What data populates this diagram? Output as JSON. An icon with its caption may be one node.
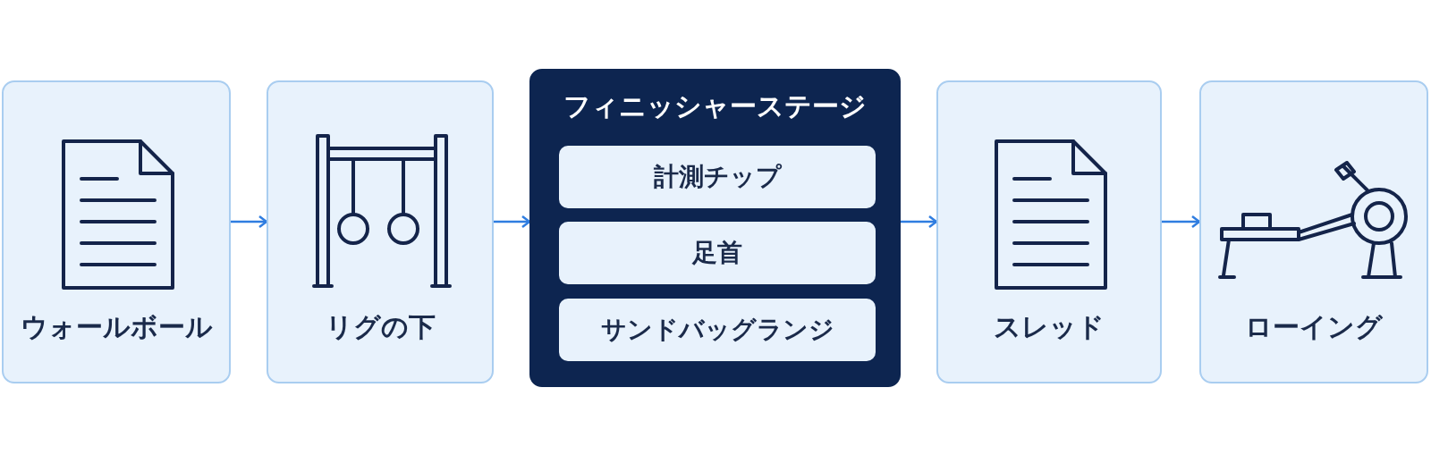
{
  "diagram": {
    "nodes": [
      {
        "text": [
          "ウォールボール"
        ]
      },
      {
        "text": [
          "リグの下"
        ]
      },
      {
        "text": [
          "フィニッシャーステージ"
        ]
      },
      {
        "text": [
          "計測チップ"
        ],
        "in": 2
      },
      {
        "text": [
          "足首"
        ],
        "in": 2
      },
      {
        "text": [
          "サンドバッグランジ"
        ],
        "in": 2
      },
      {
        "text": [
          "スレッド"
        ]
      },
      {
        "text": [
          "ローイング"
        ]
      }
    ],
    "edges": [
      {
        "from": 0,
        "to": 1,
        "arrow": "to"
      },
      {
        "from": 1,
        "to": 2,
        "arrow": "to"
      },
      {
        "from": 2,
        "to": 6,
        "arrow": "to"
      },
      {
        "from": 6,
        "to": 7,
        "arrow": "to"
      }
    ]
  }
}
